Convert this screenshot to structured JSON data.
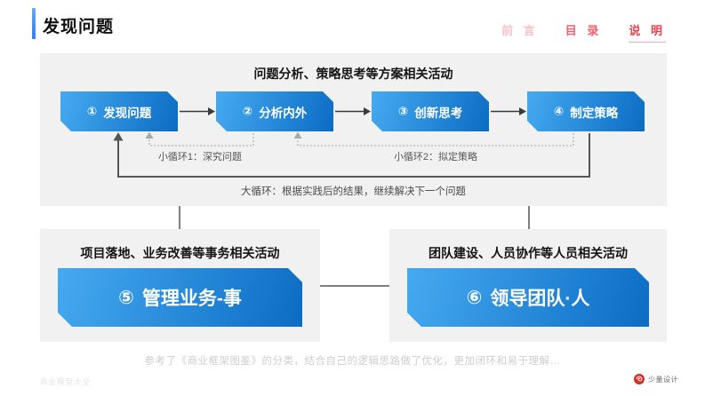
{
  "header": {
    "title": "发现问题",
    "nav": [
      {
        "label": "前 言",
        "state": "dim"
      },
      {
        "label": "目 录",
        "state": "mid"
      },
      {
        "label": "说 明",
        "state": "active"
      }
    ]
  },
  "diagram": {
    "top_panel": {
      "header": "问题分析、策略思考等方案相关活动",
      "steps": [
        {
          "num": "①",
          "label": "发现问题"
        },
        {
          "num": "②",
          "label": "分析内外"
        },
        {
          "num": "③",
          "label": "创新思考"
        },
        {
          "num": "④",
          "label": "制定策略"
        }
      ],
      "loop1": "小循环1：深究问题",
      "loop2": "小循环2：拟定策略",
      "big_loop": "大循环：根据实践后的结果，继续解决下一个问题"
    },
    "bottom_left": {
      "header": "项目落地、业务改善等事务相关活动",
      "num": "⑤",
      "label": "管理业务-事"
    },
    "bottom_right": {
      "header": "团队建设、人员协作等人员相关活动",
      "num": "⑥",
      "label": "领导团队·人"
    }
  },
  "footer": {
    "caption": "参考了《商业框架图鉴》的分类，结合自己的逻辑思路做了优化，更加闭环和易于理解…",
    "watermark": "商业模型大全",
    "logo_text": "少量设计"
  },
  "colors": {
    "accent_blue": "#2f7df0",
    "box_blue_light": "#46aaf1",
    "box_blue_dark": "#0b6cc3",
    "nav_red": "#e8414f",
    "nav_red_mid": "#ef6470",
    "nav_red_dim": "#f6c3ca",
    "panel_bg": "#f1f1f2",
    "line_dark": "#555555",
    "line_dotted": "#b5b5b5",
    "logo_red": "#d22f27"
  }
}
